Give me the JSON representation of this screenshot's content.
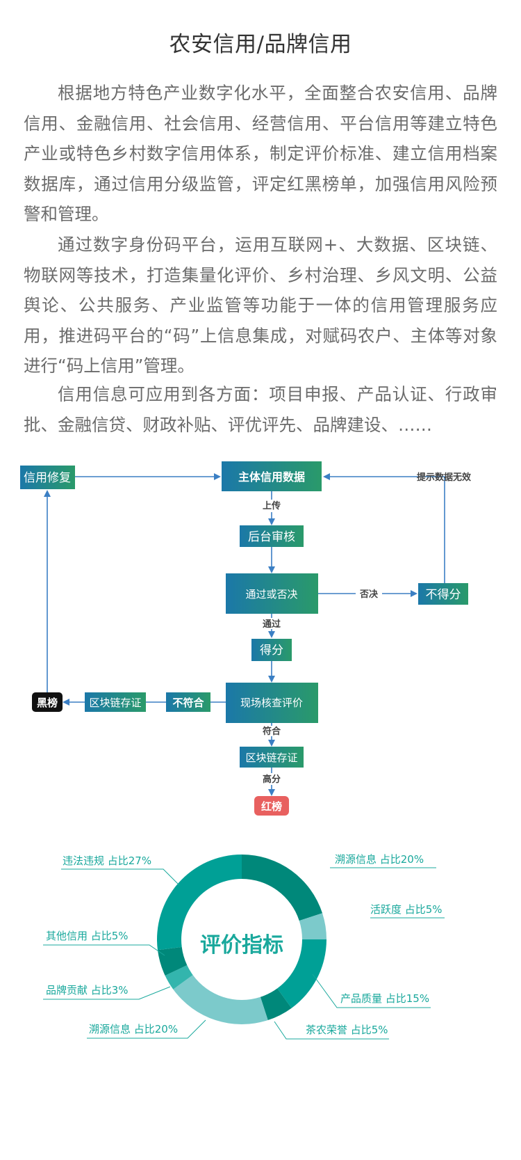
{
  "title": "农安信用/品牌信用",
  "paragraphs": [
    "根据地方特色产业数字化水平，全面整合农安信用、品牌信用、金融信用、社会信用、经营信用、平台信用等建立特色产业或特色乡村数字信用体系，制定评价标准、建立信用档案数据库，通过信用分级监管，评定红黑榜单，加强信用风险预警和管理。",
    "通过数字身份码平台，运用互联网+、大数据、区块链、物联网等技术，打造集量化评价、乡村治理、乡风文明、公益舆论、公共服务、产业监管等功能于一体的信用管理服务应用，推进码平台的“码”上信息集成，对赋码农户、主体等对象进行“码上信用”管理。",
    "信用信息可应用到各方面：项目申报、产品认证、行政审批、金融信贷、财政补贴、评优评先、品牌建设、……"
  ],
  "flow": {
    "nodes": {
      "main": "主体信用数据",
      "repair": "信用修复",
      "audit": "后台审核",
      "decide": "通过或否决",
      "noscore": "不得分",
      "score": "得分",
      "onsite": "现场核查评价",
      "bad": "不符合",
      "chain_left": "区块链存证",
      "black": "黑榜",
      "chain": "区块链存证",
      "red": "红榜"
    },
    "edges": {
      "upload": "上传",
      "reject": "否决",
      "invalid": "提示数据无效",
      "pass": "通过",
      "match": "符合",
      "high": "高分"
    },
    "colors": {
      "from": "#1b78a8",
      "to": "#2a9a6a",
      "black": "#111111",
      "red": "#e8605f",
      "line": "#3b7fc4"
    }
  },
  "donut": {
    "center_label": "评价指标",
    "colors": {
      "teal": "#00a096",
      "dark": "#00887a",
      "light": "#7ccacb",
      "line": "#19a89c"
    },
    "labels": [
      "违法违规 占比27%",
      "其他信用 占比5%",
      "品牌贡献 占比3%",
      "溯源信息 占比20%",
      "溯源信息 占比20%",
      "活跃度 占比5%",
      "产品质量 占比15%",
      "茶农荣誉 占比5%"
    ],
    "segments": [
      {
        "name": "溯源信息",
        "value": 20,
        "color": "#00887a"
      },
      {
        "name": "活跃度",
        "value": 5,
        "color": "#7ccacb"
      },
      {
        "name": "产品质量",
        "value": 15,
        "color": "#00a096"
      },
      {
        "name": "茶农荣誉",
        "value": 5,
        "color": "#00887a"
      },
      {
        "name": "溯源信息",
        "value": 20,
        "color": "#7ccacb"
      },
      {
        "name": "品牌贡献",
        "value": 3,
        "color": "#33b5ad"
      },
      {
        "name": "其他信用",
        "value": 5,
        "color": "#00887a"
      },
      {
        "name": "违法违规",
        "value": 27,
        "color": "#00a096"
      }
    ]
  }
}
